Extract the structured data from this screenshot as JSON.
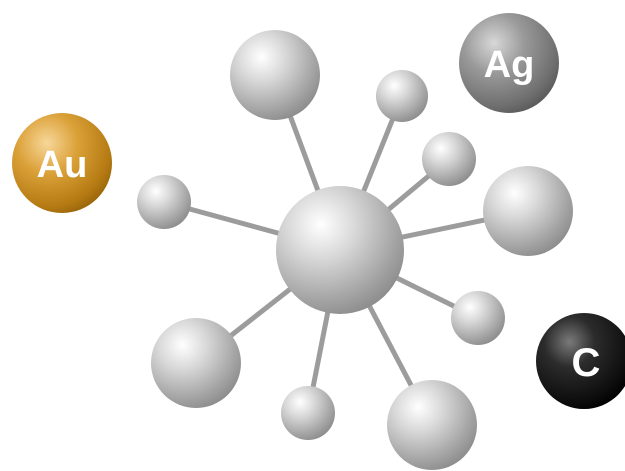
{
  "elements": {
    "gold": {
      "symbol": "Au",
      "color": "#c98a1a"
    },
    "silver": {
      "symbol": "Ag",
      "color": "#8a8a8a"
    },
    "carbon": {
      "symbol": "C",
      "color": "#1a1a1a"
    }
  },
  "molecule": {
    "center_atom": "sphere",
    "satellite_count": 9,
    "atom_color": "#bdbdbd",
    "bond_color": "#9c9c9c"
  }
}
